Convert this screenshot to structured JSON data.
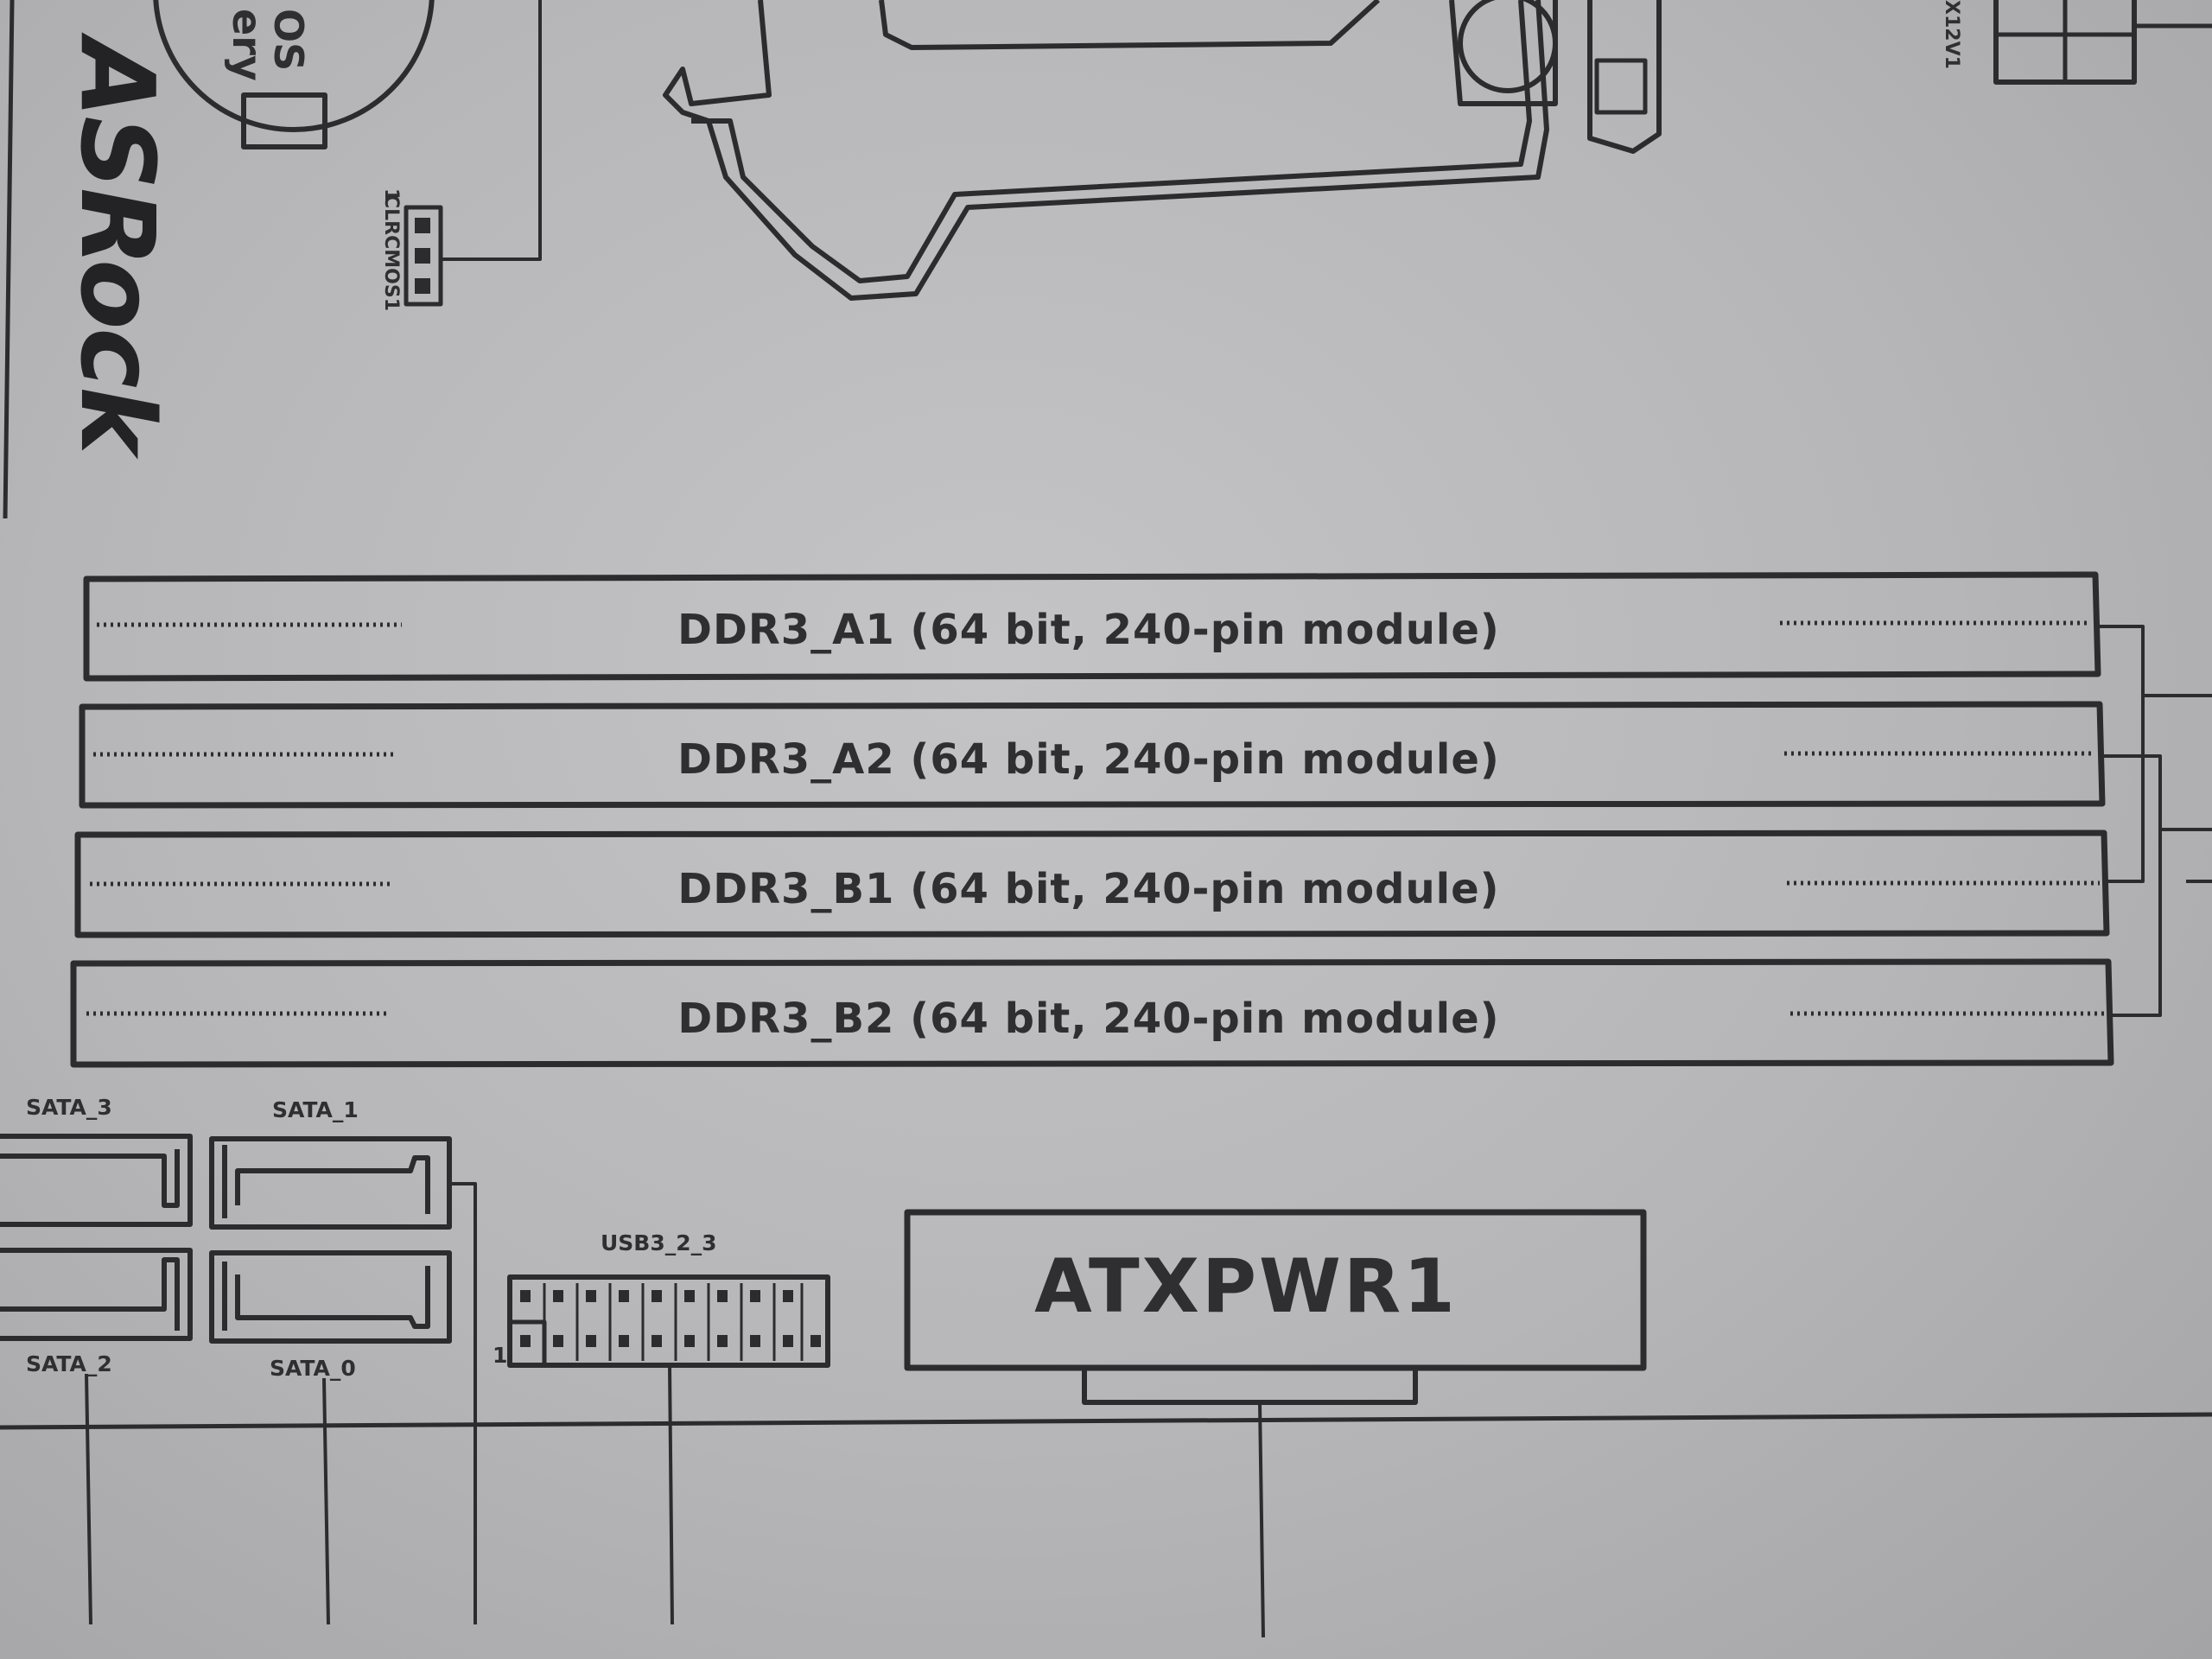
{
  "brand": {
    "logo_text": "ASRock",
    "battery_text": "OS\nery"
  },
  "top": {
    "clrcmos_label": "CLRCMOS1",
    "clrcmos_pin": "1",
    "power_label": "X12V1"
  },
  "dimm_slots": [
    {
      "label": "DDR3_A1 (64 bit, 240-pin module)"
    },
    {
      "label": "DDR3_A2 (64 bit, 240-pin module)"
    },
    {
      "label": "DDR3_B1 (64 bit, 240-pin module)"
    },
    {
      "label": "DDR3_B2 (64 bit, 240-pin module)"
    }
  ],
  "sata": {
    "sata3": "SATA_3",
    "sata1": "SATA_1",
    "sata2": "SATA_2",
    "sata0": "SATA_0"
  },
  "usb": {
    "label": "USB3_2_3",
    "pin": "1"
  },
  "atx": {
    "label": "ATXPWR1"
  }
}
